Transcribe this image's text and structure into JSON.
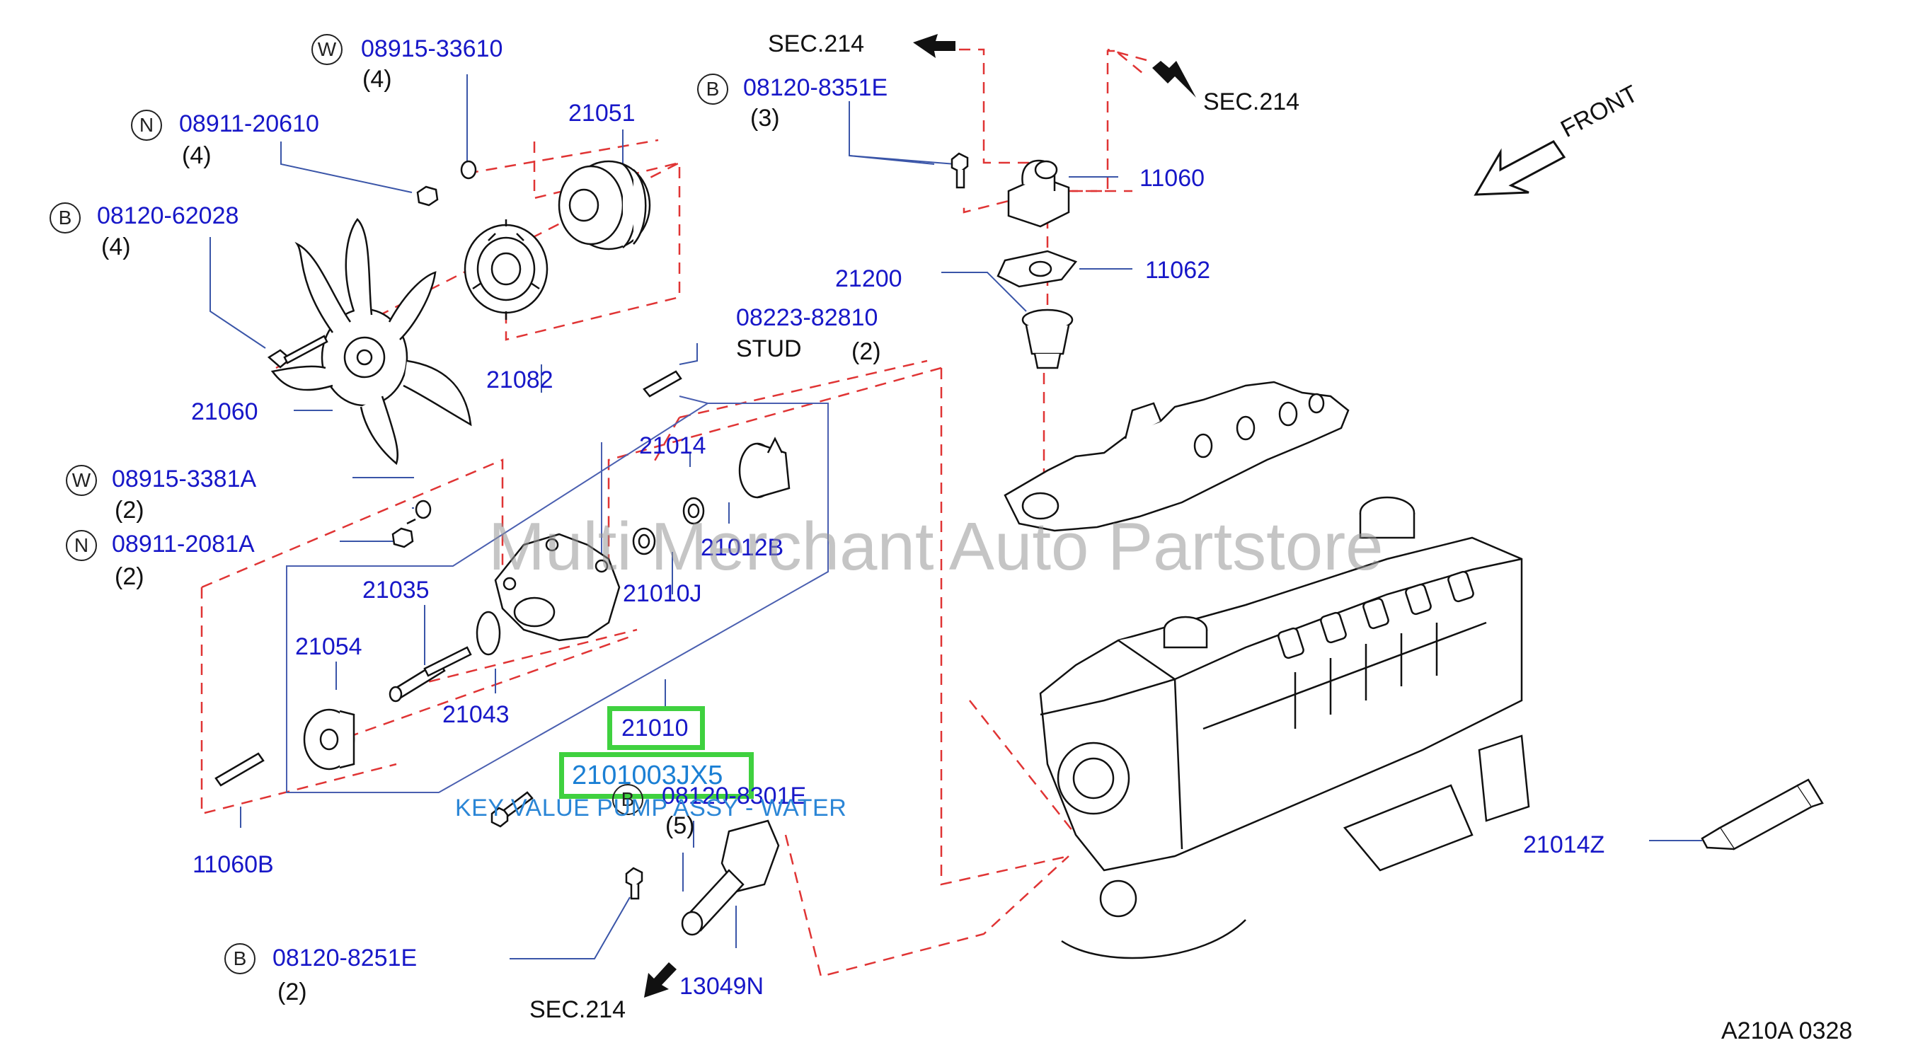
{
  "diagram": {
    "sheet_code": "A210A  0328",
    "front_label": "FRONT",
    "sec_refs": [
      "SEC.214",
      "SEC.214",
      "SEC.214"
    ],
    "watermark": "Multi Merchant Auto Partstore",
    "stud_label": "STUD",
    "callouts": {
      "w_08915_33610": {
        "prefix": "W",
        "part": "08915-33610",
        "qty": "(4)"
      },
      "n_08911_20610": {
        "prefix": "N",
        "part": "08911-20610",
        "qty": "(4)"
      },
      "b_08120_62028": {
        "prefix": "B",
        "part": "08120-62028",
        "qty": "(4)"
      },
      "b_08120_8351e": {
        "prefix": "B",
        "part": "08120-8351E",
        "qty": "(3)"
      },
      "w_08915_3381a": {
        "prefix": "W",
        "part": "08915-3381A",
        "qty": "(2)"
      },
      "n_08911_2081a": {
        "prefix": "N",
        "part": "08911-2081A",
        "qty": "(2)"
      },
      "b_08120_8301e": {
        "prefix": "B",
        "part": "08120-8301E",
        "qty": "(5)"
      },
      "b_08120_8251e": {
        "prefix": "B",
        "part": "08120-8251E",
        "qty": "(2)"
      },
      "stud_08223_82810": {
        "part": "08223-82810",
        "qty": "(2)"
      }
    },
    "parts": {
      "p21051": "21051",
      "p11060": "11060",
      "p11062": "11062",
      "p21200": "21200",
      "p21082": "21082",
      "p21060": "21060",
      "p21014": "21014",
      "p21012b": "21012B",
      "p21010j": "21010J",
      "p21035": "21035",
      "p21054": "21054",
      "p21043": "21043",
      "p21010": "21010",
      "p11060b": "11060B",
      "p21014z": "21014Z",
      "p13049n": "13049N"
    },
    "selected_part_number": "2101003JX5",
    "key_value": "KEY VALUE PUMP ASSY - WATER"
  }
}
